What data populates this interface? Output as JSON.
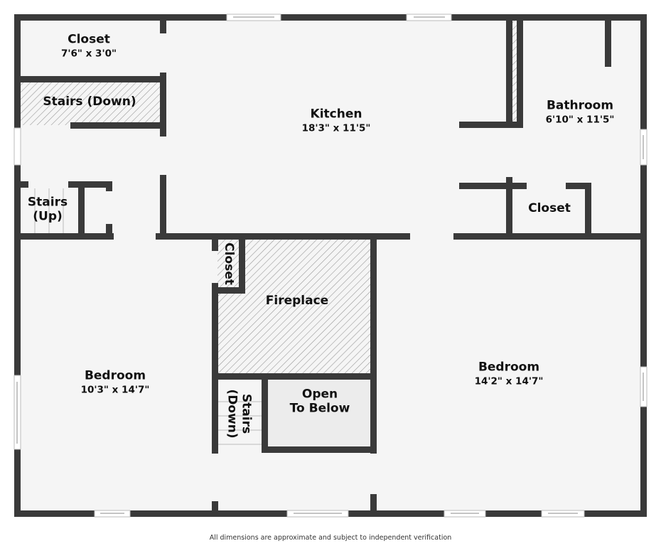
{
  "floorplan": {
    "colors": {
      "wall": "#3a3a3a",
      "floor": "#f5f5f5",
      "open_to_below": "#ececec",
      "hatch": "#9a9a9a",
      "background": "#ffffff"
    },
    "rooms": {
      "closet_top_left": {
        "name": "Closet",
        "dimensions": "7'6\" x 3'0\""
      },
      "stairs_down_top": {
        "name": "Stairs (Down)"
      },
      "stairs_up": {
        "name_line1": "Stairs",
        "name_line2": "(Up)"
      },
      "kitchen": {
        "name": "Kitchen",
        "dimensions": "18'3\" x 11'5\""
      },
      "bathroom": {
        "name": "Bathroom",
        "dimensions": "6'10\" x 11'5\""
      },
      "closet_bath": {
        "name": "Closet"
      },
      "closet_mid": {
        "name": "Closet"
      },
      "fireplace": {
        "name": "Fireplace"
      },
      "stairs_down_mid": {
        "name_line1": "Stairs",
        "name_line2": "(Down)"
      },
      "open_to_below": {
        "name_line1": "Open",
        "name_line2": "To Below"
      },
      "bedroom_left": {
        "name": "Bedroom",
        "dimensions": "10'3\" x 14'7\""
      },
      "bedroom_right": {
        "name": "Bedroom",
        "dimensions": "14'2\" x 14'7\""
      }
    },
    "disclaimer": "All dimensions are approximate and subject to independent verification"
  }
}
